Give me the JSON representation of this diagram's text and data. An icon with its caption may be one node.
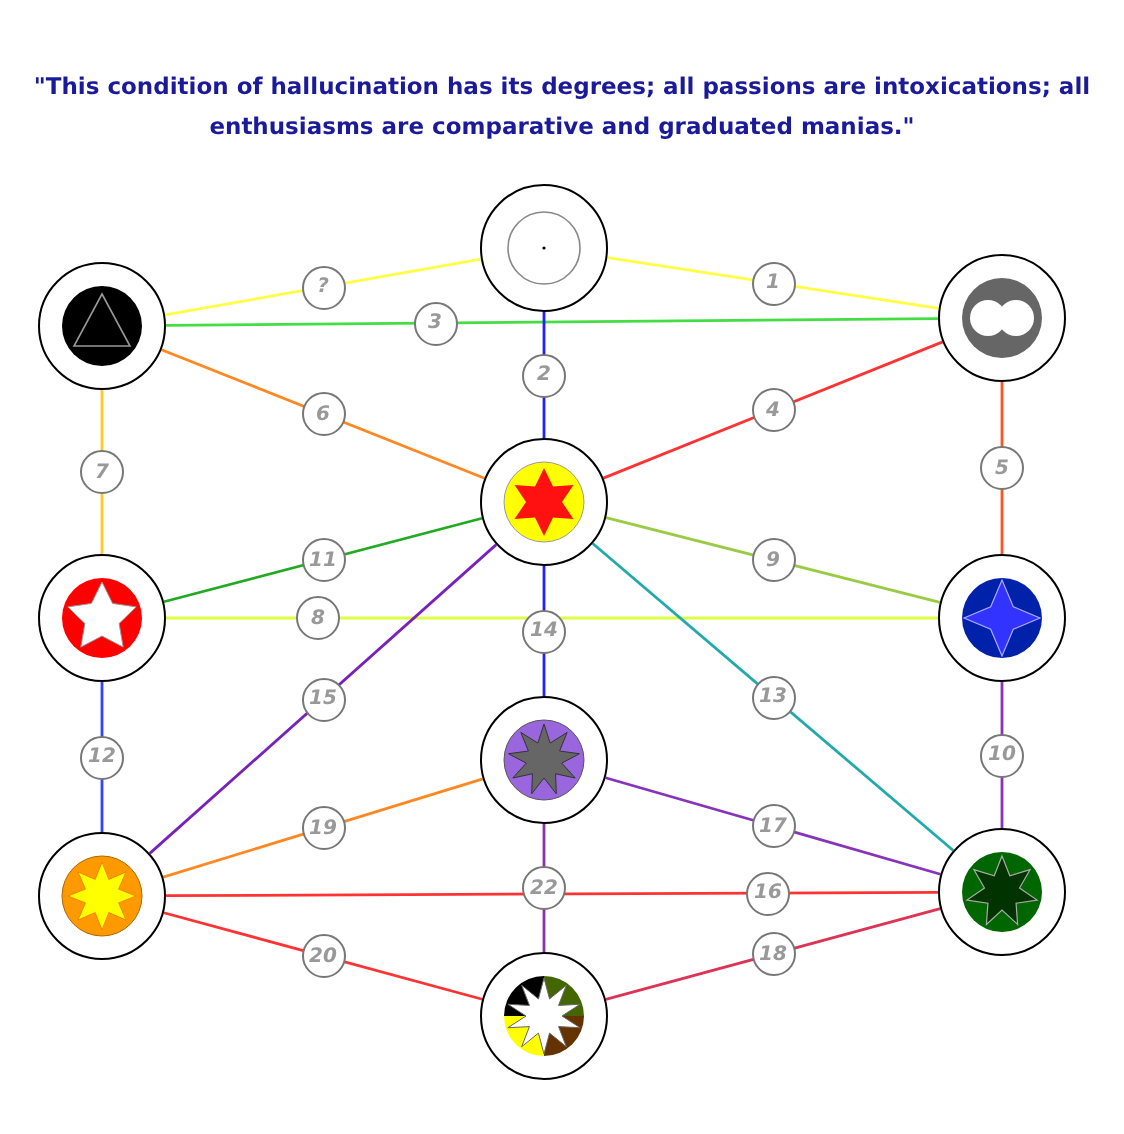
{
  "diagram": {
    "title": "\"This condition of hallucination has its degrees; all passions are intoxications; all enthusiasms are comparative and graduated manias.\"",
    "nodes": [
      {
        "text": [],
        "shape": "circle"
      },
      {
        "text": [],
        "shape": "circle"
      },
      {
        "text": [],
        "shape": "circle"
      },
      {
        "text": [],
        "shape": "circle"
      },
      {
        "text": [],
        "shape": "circle"
      },
      {
        "text": [],
        "shape": "circle"
      },
      {
        "text": [],
        "shape": "circle"
      },
      {
        "text": [],
        "shape": "circle"
      },
      {
        "text": [],
        "shape": "circle"
      },
      {
        "text": [],
        "shape": "circle"
      }
    ],
    "edges": [
      {
        "from": 0,
        "to": 1,
        "arrow": "none",
        "label": "?",
        "color": "#ffff44"
      },
      {
        "from": 0,
        "to": 2,
        "arrow": "none",
        "label": "1",
        "color": "#ffff44"
      },
      {
        "from": 1,
        "to": 2,
        "arrow": "none",
        "label": "3",
        "color": "#44dd44"
      },
      {
        "from": 0,
        "to": 3,
        "arrow": "none",
        "label": "2",
        "color": "#2222ff"
      },
      {
        "from": 1,
        "to": 3,
        "arrow": "none",
        "label": "6",
        "color": "#ff8822"
      },
      {
        "from": 2,
        "to": 3,
        "arrow": "none",
        "label": "4",
        "color": "#ff3333"
      },
      {
        "from": 1,
        "to": 4,
        "arrow": "none",
        "label": "7",
        "color": "#ffcc22"
      },
      {
        "from": 2,
        "to": 5,
        "arrow": "none",
        "label": "5",
        "color": "#ff5522"
      },
      {
        "from": 3,
        "to": 4,
        "arrow": "none",
        "label": "11",
        "color": "#22aa22"
      },
      {
        "from": 3,
        "to": 5,
        "arrow": "none",
        "label": "9",
        "color": "#99cc44"
      },
      {
        "from": 4,
        "to": 5,
        "arrow": "none",
        "label": "8",
        "color": "#ddff44"
      },
      {
        "from": 3,
        "to": 6,
        "arrow": "none",
        "label": "14",
        "color": "#2222ff"
      },
      {
        "from": 3,
        "to": 7,
        "arrow": "none",
        "label": "15",
        "color": "#7722bb"
      },
      {
        "from": 3,
        "to": 8,
        "arrow": "none",
        "label": "13",
        "color": "#22aaaa"
      },
      {
        "from": 4,
        "to": 7,
        "arrow": "none",
        "label": "12",
        "color": "#3344ff"
      },
      {
        "from": 5,
        "to": 8,
        "arrow": "none",
        "label": "10",
        "color": "#8833bb"
      },
      {
        "from": 6,
        "to": 7,
        "arrow": "none",
        "label": "19",
        "color": "#ff8822"
      },
      {
        "from": 6,
        "to": 8,
        "arrow": "none",
        "label": "17",
        "color": "#8833bb"
      },
      {
        "from": 6,
        "to": 9,
        "arrow": "none",
        "label": "22",
        "color": "#8833aa"
      },
      {
        "from": 7,
        "to": 8,
        "arrow": "none",
        "label": "16",
        "color": "#ff3333"
      },
      {
        "from": 7,
        "to": 9,
        "arrow": "none",
        "label": "20",
        "color": "#ff3333"
      },
      {
        "from": 8,
        "to": 9,
        "arrow": "none",
        "label": "18",
        "color": "#dd3355"
      }
    ]
  }
}
